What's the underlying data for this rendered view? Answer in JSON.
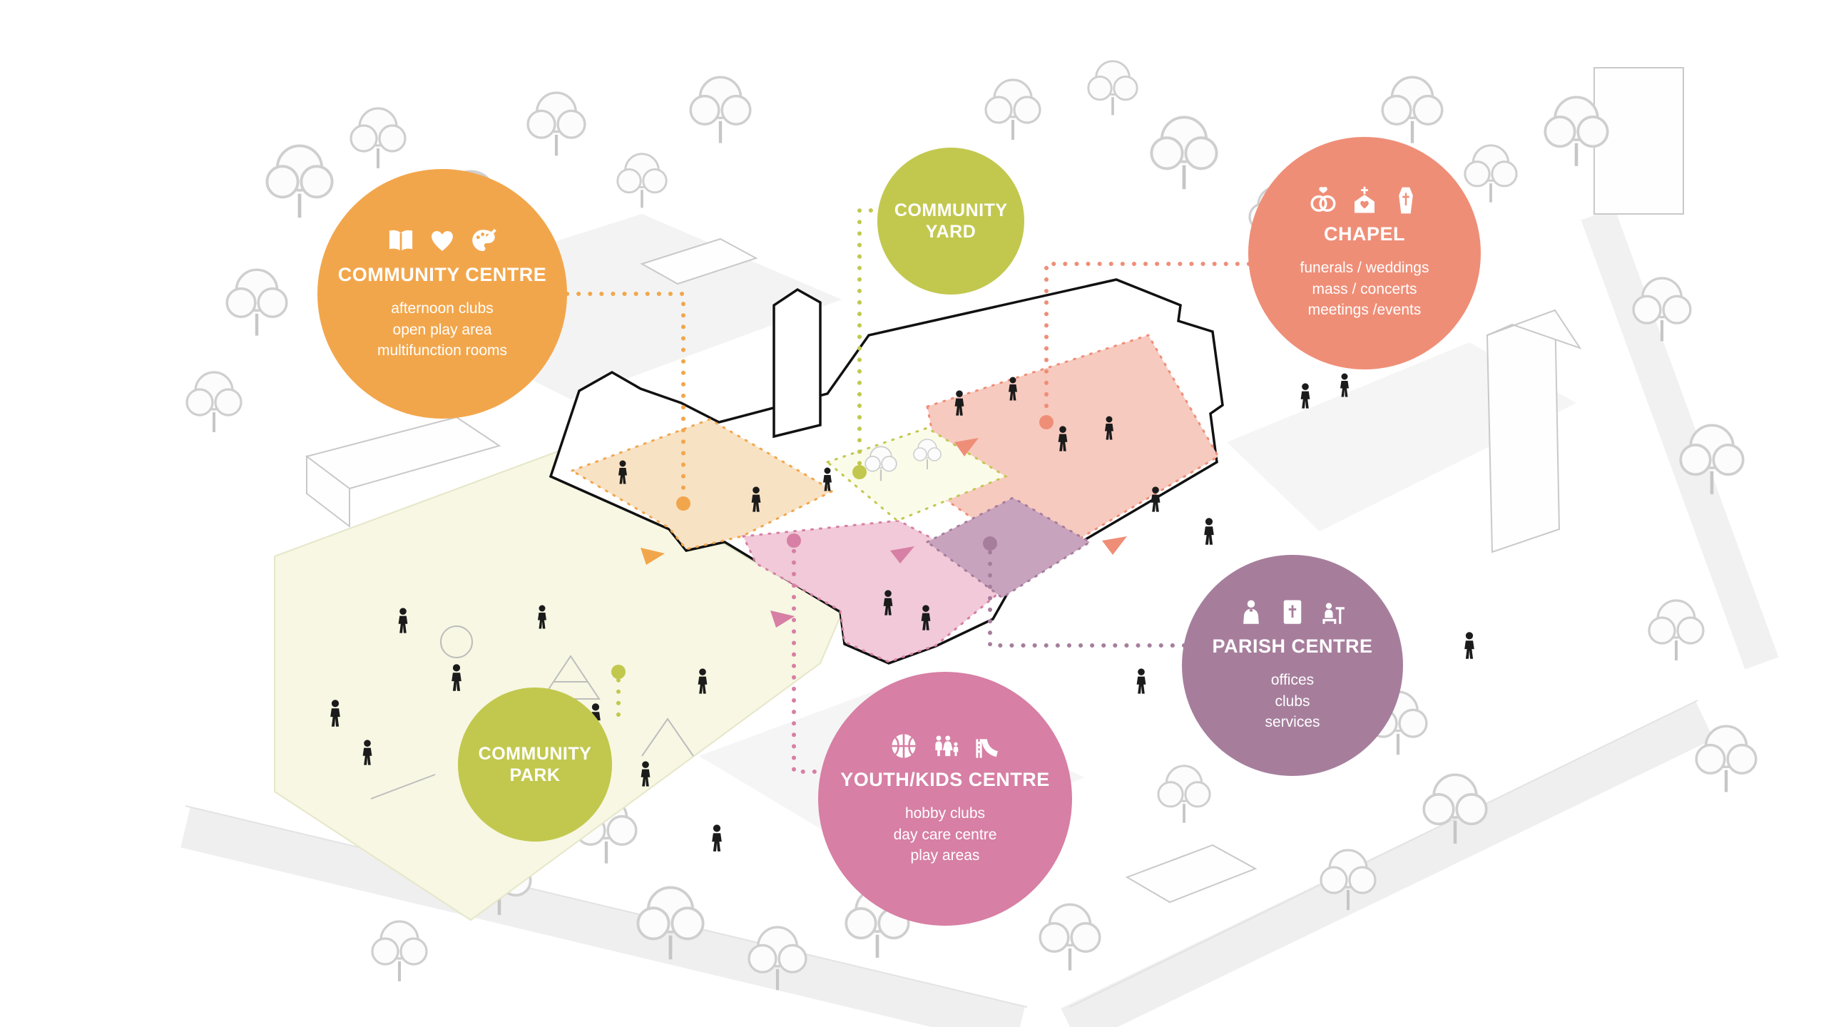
{
  "diagram": {
    "type": "architectural program diagram",
    "subject": "community building axonometric site plan with program bubbles"
  },
  "palette": {
    "community_centre": "#F2A64B",
    "community_yard": "#C2C84E",
    "chapel": "#EF8E77",
    "parish_centre": "#A67E9C",
    "youth_kids_centre": "#D77FA4",
    "community_park": "#C2C84E",
    "zone_community_centre": "#F8E2C4",
    "zone_yard": "#FBFBEA",
    "zone_chapel": "#F7CABF",
    "zone_youth": "#F1C9D8",
    "zone_parish": "#C8A3BE",
    "park_fill": "#F7F7E3"
  },
  "bubbles": [
    {
      "id": "community-centre",
      "title": "COMMUNITY CENTRE",
      "lines": [
        "afternoon  clubs",
        "open play area",
        "multifunction rooms"
      ],
      "color": "#F2A64B",
      "icons": [
        "open-book-icon",
        "heart-in-hands-icon",
        "art-palette-icon"
      ]
    },
    {
      "id": "community-yard",
      "title": "COMMUNITY YARD",
      "lines": [],
      "color": "#C2C84E",
      "icons": []
    },
    {
      "id": "chapel",
      "title": "CHAPEL",
      "lines": [
        "funerals / weddings",
        "mass / concerts",
        "meetings /events"
      ],
      "color": "#EF8E77",
      "icons": [
        "wedding-rings-icon",
        "church-icon",
        "coffin-icon"
      ]
    },
    {
      "id": "parish-centre",
      "title": "PARISH CENTRE",
      "lines": [
        "offices",
        "clubs",
        "services"
      ],
      "color": "#A67E9C",
      "icons": [
        "priest-icon",
        "bible-icon",
        "office-desk-icon"
      ]
    },
    {
      "id": "youth-kids-centre",
      "title": "YOUTH/KIDS CENTRE",
      "lines": [
        "hobby clubs",
        "day care centre",
        "play areas"
      ],
      "color": "#D77FA4",
      "icons": [
        "basketball-icon",
        "family-icon",
        "playground-slide-icon"
      ]
    },
    {
      "id": "community-park",
      "title": "COMMUNITY PARK",
      "lines": [],
      "color": "#C2C84E",
      "icons": []
    }
  ]
}
